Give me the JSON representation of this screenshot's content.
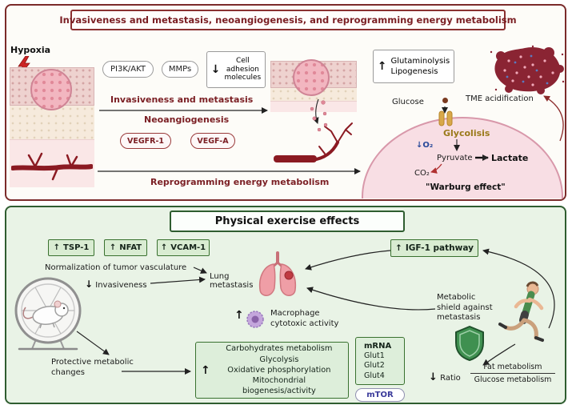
{
  "glyphs": {
    "up": "↑",
    "down": "↓"
  },
  "top_panel": {
    "title": "Invasiveness and metastasis, neoangiogenesis, and reprogramming energy metabolism",
    "hypoxia": "Hypoxia",
    "pi3k_akt": "PI3K/AKT",
    "mmps": "MMPs",
    "cell_adhesion": "Cell adhesion molecules",
    "invasiveness_metastasis": "Invasiveness and metastasis",
    "neoangiogenesis": "Neoangiogenesis",
    "vegfr1": "VEGFR-1",
    "vegf_a": "VEGF-A",
    "reprogramming": "Reprogramming energy metabolism",
    "glutaminolysis": "Glutaminolysis",
    "lipogenesis": "Lipogenesis",
    "glucose": "Glucose",
    "tme_acidification": "TME acidification",
    "glycolysis": "Glycolisis",
    "o2": "O₂",
    "pyruvate": "Pyruvate",
    "co2": "CO₂",
    "lactate": "Lactate",
    "warburg": "\"Warburg effect\""
  },
  "bottom_panel": {
    "title": "Physical exercise effects",
    "tsp1": "TSP-1",
    "nfat": "NFAT",
    "vcam1": "VCAM-1",
    "normalization": "Normalization of tumor vasculature",
    "invasiveness": "Invasiveness",
    "lung_line1": "Lung",
    "lung_line2": "metastasis",
    "igf1_pathway": "IGF-1 pathway",
    "macrophage_line1": "Macrophage",
    "macrophage_line2": "cytotoxic activity",
    "shield_line1": "Metabolic",
    "shield_line2": "shield against",
    "shield_line3": "metastasis",
    "metabolism_lines": [
      "Carbohydrates metabolism",
      "Glycolysis",
      "Oxidative phosphorylation",
      "Mitochondrial biogenesis/activity"
    ],
    "mrna": "mRNA",
    "gluts": [
      "Glut1",
      "Glut2",
      "Glut4"
    ],
    "mtor": "mTOR",
    "protective_line1": "Protective metabolic",
    "protective_line2": "changes",
    "ratio": "Ratio",
    "fat_metabolism": "Fat metabolism",
    "glucose_metabolism": "Glucose metabolism"
  },
  "colors": {
    "top_border": "#7b2b2b",
    "dark_red": "#7b1f24",
    "green_border": "#2f5d30",
    "panel_green_bg": "#e9f3e6",
    "box_green_bg": "#d9ecd2",
    "glycolysis_text": "#9a7a1a",
    "mtor_text": "#3a3a9a",
    "vessel_red": "#8b1a22"
  }
}
